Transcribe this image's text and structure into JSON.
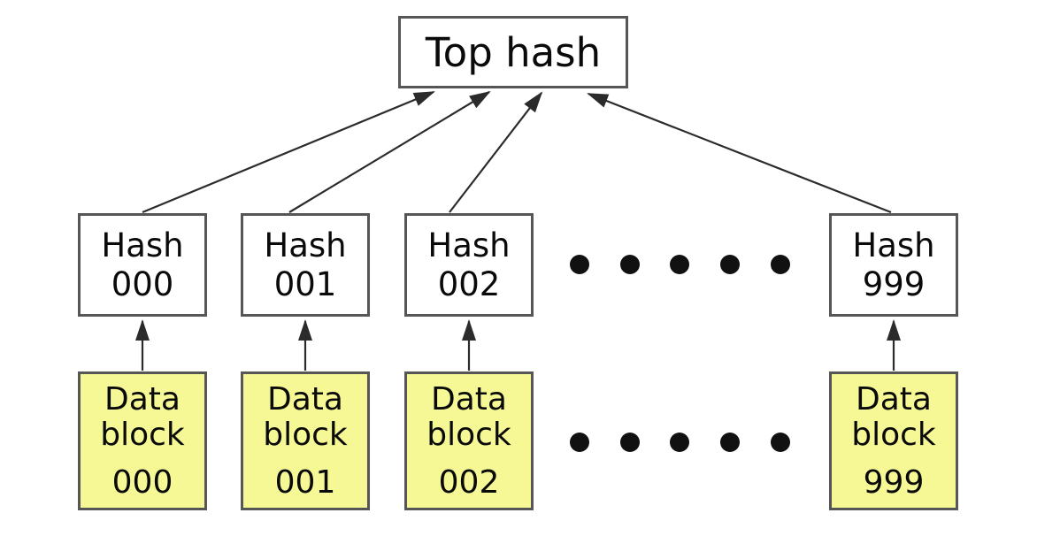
{
  "colors": {
    "canvas_bg": "#ffffff",
    "node_fill": "#ffffff",
    "node_border": "#565656",
    "data_block_fill": "#f5f894",
    "text": "#0a0a0a",
    "arrow": "#2b2b2b",
    "dot": "#111111"
  },
  "diagram": {
    "type": "hash-list",
    "top_node": {
      "label": "Top hash"
    },
    "hash_nodes": [
      {
        "line1": "Hash",
        "line2": "000"
      },
      {
        "line1": "Hash",
        "line2": "001"
      },
      {
        "line1": "Hash",
        "line2": "002"
      },
      {
        "line1": "Hash",
        "line2": "999"
      }
    ],
    "data_nodes": [
      {
        "line1": "Data",
        "line2": "block",
        "id": "000"
      },
      {
        "line1": "Data",
        "line2": "block",
        "id": "001"
      },
      {
        "line1": "Data",
        "line2": "block",
        "id": "002"
      },
      {
        "line1": "Data",
        "line2": "block",
        "id": "999"
      }
    ],
    "ellipsis": {
      "rows": 2,
      "dots_per_row": 5
    }
  }
}
